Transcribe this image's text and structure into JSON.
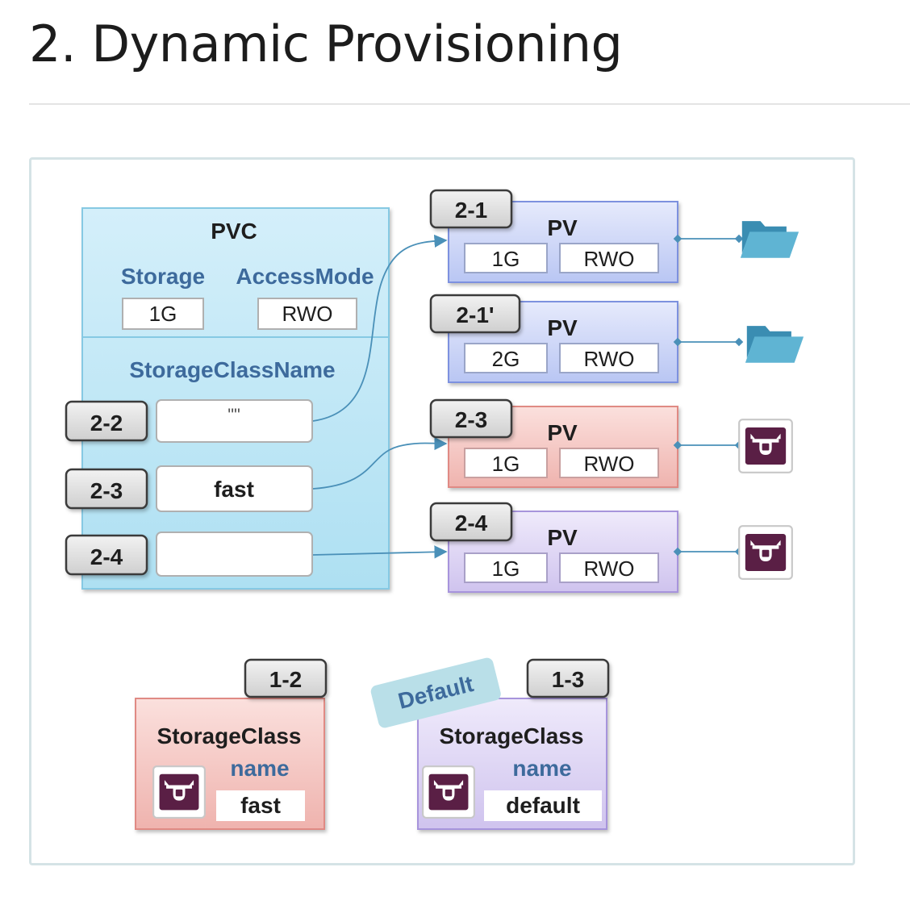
{
  "page": {
    "title": "2. Dynamic Provisioning"
  },
  "pvc": {
    "title": "PVC",
    "storage_label": "Storage",
    "access_label": "AccessMode",
    "storage_value": "1G",
    "access_value": "RWO",
    "scn_label": "StorageClassName",
    "rows": [
      {
        "badge": "2-2",
        "value": "\"\""
      },
      {
        "badge": "2-3",
        "value": "fast"
      },
      {
        "badge": "2-4",
        "value": ""
      }
    ]
  },
  "pvs": [
    {
      "badge": "2-1",
      "title": "PV",
      "size": "1G",
      "mode": "RWO",
      "color": "#c9d3f6",
      "target": "folder-icon"
    },
    {
      "badge": "2-1'",
      "title": "PV",
      "size": "2G",
      "mode": "RWO",
      "color": "#c9d3f6",
      "target": "folder-icon"
    },
    {
      "badge": "2-3",
      "title": "PV",
      "size": "1G",
      "mode": "RWO",
      "color": "#f4c7c3",
      "target": "storage-provisioner-icon"
    },
    {
      "badge": "2-4",
      "title": "PV",
      "size": "1G",
      "mode": "RWO",
      "color": "#dcd3f2",
      "target": "storage-provisioner-icon"
    }
  ],
  "storage_classes": [
    {
      "badge": "1-2",
      "title": "StorageClass",
      "name_label": "name",
      "name_value": "fast",
      "color": "#f4c7c3"
    },
    {
      "badge": "1-3",
      "title": "StorageClass",
      "name_label": "name",
      "name_value": "default",
      "color": "#dcd3f2",
      "tag": "Default"
    }
  ],
  "colors": {
    "pvc_fill": "#bfe6f4",
    "label_blue": "#3d6a9c",
    "badge_fill": "#d9d9d9",
    "connector": "#4a90b8",
    "provisioner": "#5a1f45",
    "folder": "#4ea1c4",
    "default_tag": "#b9dfe8"
  }
}
